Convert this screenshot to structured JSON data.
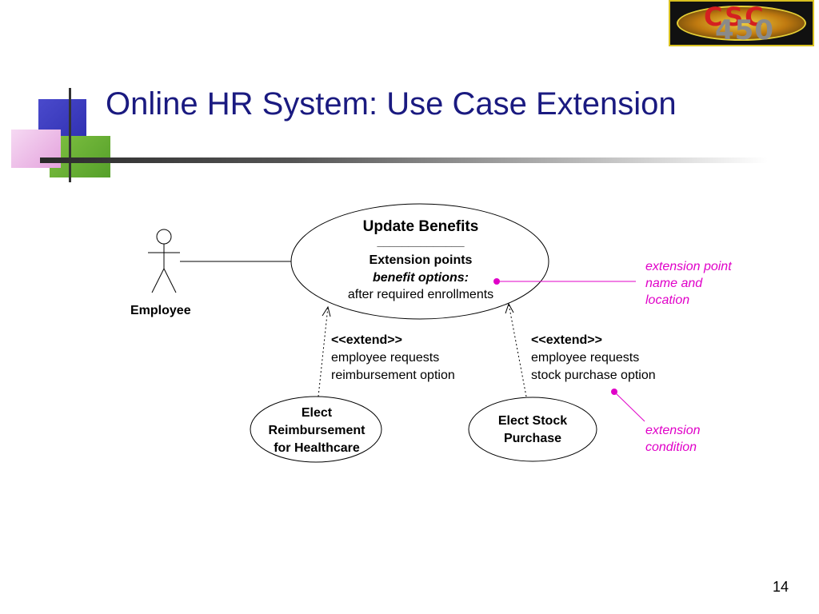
{
  "slide": {
    "title": "Online HR System: Use Case Extension",
    "page_number": "14",
    "logo": {
      "line1": "CSC",
      "line2": "450"
    }
  },
  "diagram": {
    "actor": {
      "label": "Employee"
    },
    "base_use_case": {
      "name": "Update Benefits",
      "separator": "______________",
      "extension_points_label": "Extension points",
      "extension_point_name": "benefit options:",
      "extension_point_location": "after required enrollments"
    },
    "extends": [
      {
        "stereotype": "<<extend>>",
        "line1": "employee requests",
        "line2": "reimbursement option"
      },
      {
        "stereotype": "<<extend>>",
        "line1": "employee requests",
        "line2": "stock purchase option"
      }
    ],
    "extension_use_cases": [
      {
        "lines": [
          "Elect",
          "Reimbursement",
          "for Healthcare"
        ]
      },
      {
        "lines": [
          "Elect Stock",
          "Purchase"
        ]
      }
    ],
    "annotations": [
      {
        "lines": [
          "extension point",
          "name and",
          "location"
        ]
      },
      {
        "lines": [
          "extension",
          "condition"
        ]
      }
    ],
    "colors": {
      "annotation": "#e000c8",
      "title": "#1a1a80"
    }
  }
}
